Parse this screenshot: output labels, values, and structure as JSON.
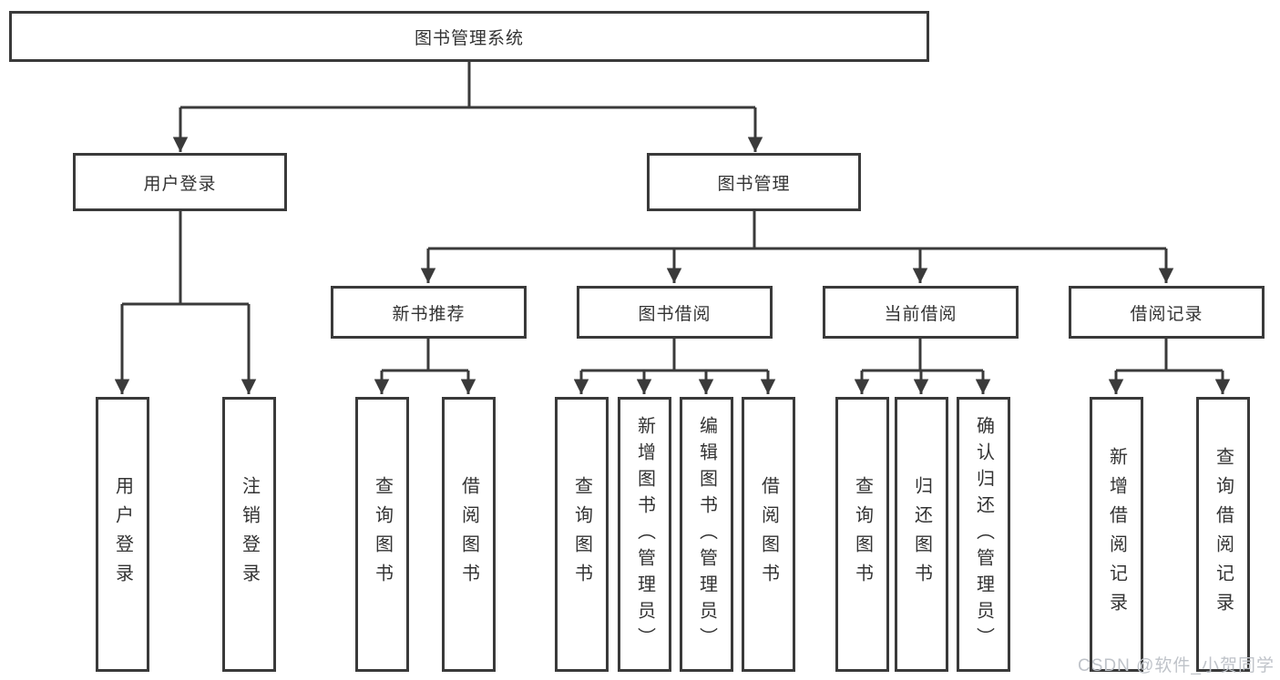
{
  "diagram": {
    "tree": {
      "root": "图书管理系统",
      "branches": [
        {
          "label": "用户登录",
          "children": [
            "用户登录",
            "注销登录"
          ]
        },
        {
          "label": "图书管理",
          "groups": [
            {
              "label": "新书推荐",
              "children": [
                "查询图书",
                "借阅图书"
              ]
            },
            {
              "label": "图书借阅",
              "children": [
                "查询图书",
                "新增图书（管理员）",
                "编辑图书（管理员）",
                "借阅图书"
              ]
            },
            {
              "label": "当前借阅",
              "children": [
                "查询图书",
                "归还图书",
                "确认归还（管理员）"
              ]
            },
            {
              "label": "借阅记录",
              "children": [
                "新增借阅记录",
                "查询借阅记录"
              ]
            }
          ]
        }
      ]
    },
    "colors": {
      "line": "#3a3a3a",
      "text": "#333333",
      "background": "#ffffff",
      "watermark": "#bfc3c9"
    },
    "watermark": "CSDN @软件_小贺同学"
  }
}
